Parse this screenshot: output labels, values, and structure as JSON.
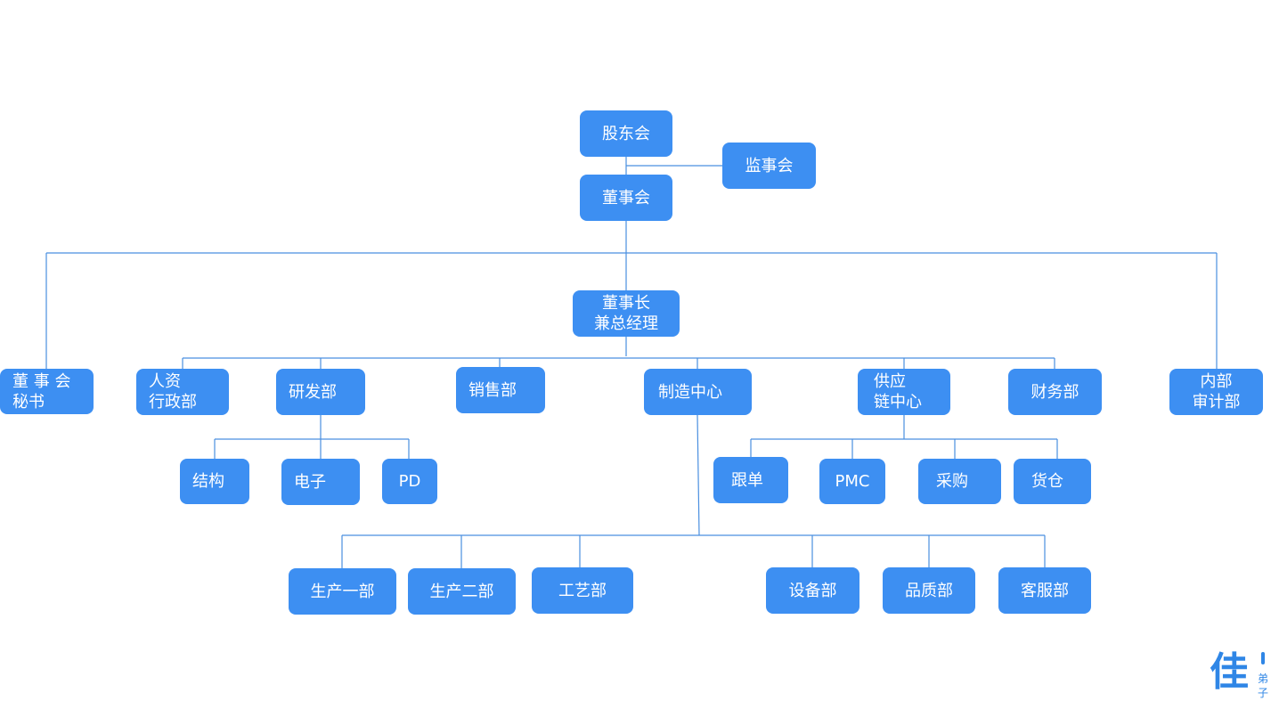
{
  "nodes": {
    "gudonghui": [
      "股东会"
    ],
    "jianshihui": [
      "监事会"
    ],
    "dongshihui": [
      "董事会"
    ],
    "dongshizhang": [
      "董事长",
      "兼总经理"
    ],
    "mishu": [
      "董 事 会",
      "秘书"
    ],
    "renzi": [
      "人资",
      "行政部"
    ],
    "yanfa": [
      "研发部"
    ],
    "xiaoshou": [
      "销售部"
    ],
    "zhizao": [
      "制造中心"
    ],
    "gongying": [
      "供应",
      "链中心"
    ],
    "caiwu": [
      "财务部"
    ],
    "shenji": [
      "内部",
      "审计部"
    ],
    "jiegou": [
      "结构"
    ],
    "dianzi": [
      "电子"
    ],
    "pd": [
      "PD"
    ],
    "gendan": [
      "跟单"
    ],
    "pmc": [
      "PMC"
    ],
    "caigou": [
      "采购"
    ],
    "huocang": [
      "货仓"
    ],
    "shengchan1": [
      "生产一部"
    ],
    "shengchan2": [
      "生产二部"
    ],
    "gongyi": [
      "工艺部"
    ],
    "shebei": [
      "设备部"
    ],
    "pinzhi": [
      "品质部"
    ],
    "kefu": [
      "客服部"
    ]
  },
  "logo": {
    "mark": "佳",
    "sub": "弟子"
  },
  "colors": {
    "node_fill": "#3d8ff2",
    "connector": "#4a8fe0",
    "logo": "#2f86e6"
  }
}
